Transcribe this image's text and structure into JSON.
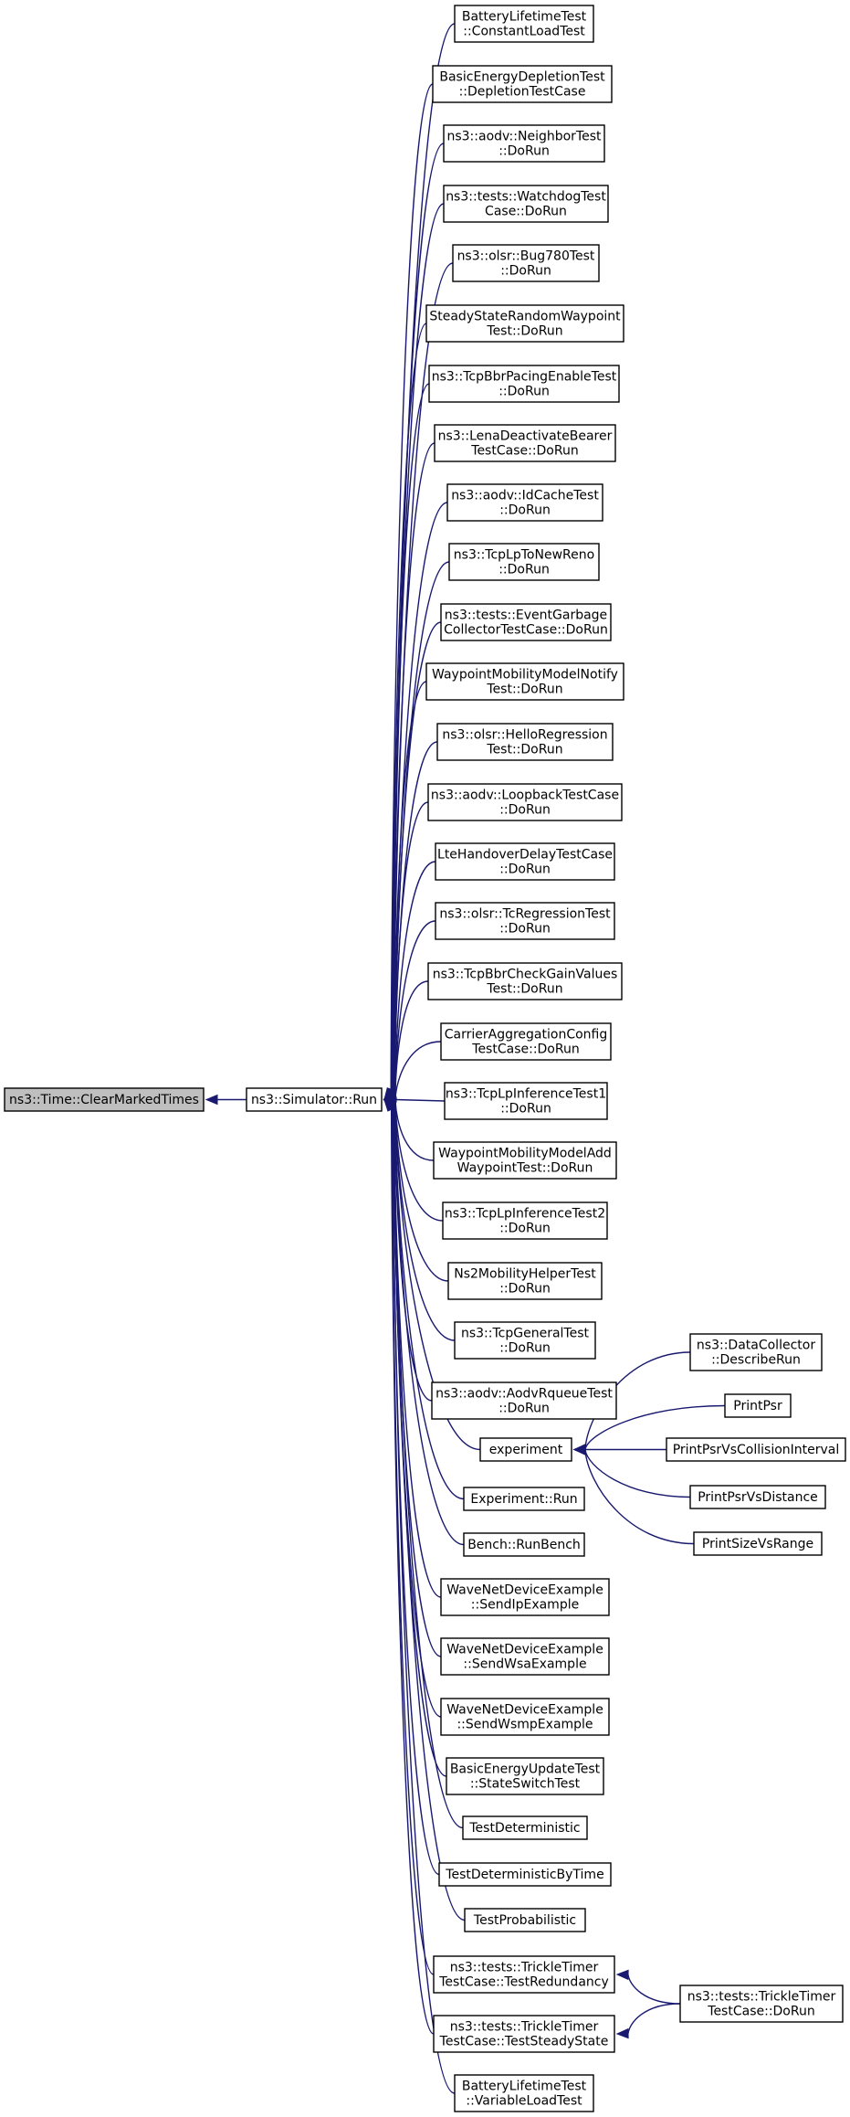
{
  "graph": {
    "kind": "doxygen-caller-graph",
    "colors": {
      "edge": "#191970",
      "node_border": "#000000",
      "node_fill": "#ffffff",
      "root_fill": "#bfbfbf"
    },
    "nodes": [
      {
        "id": "root",
        "lines": [
          "ns3::Time::ClearMarkedTimes"
        ]
      },
      {
        "id": "sim",
        "lines": [
          "ns3::Simulator::Run"
        ]
      },
      {
        "id": "n1",
        "lines": [
          "BatteryLifetimeTest",
          "::ConstantLoadTest"
        ]
      },
      {
        "id": "n2",
        "lines": [
          "BasicEnergyDepletionTest",
          "::DepletionTestCase"
        ]
      },
      {
        "id": "n3",
        "lines": [
          "ns3::aodv::NeighborTest",
          "::DoRun"
        ]
      },
      {
        "id": "n4",
        "lines": [
          "ns3::tests::WatchdogTest",
          "Case::DoRun"
        ]
      },
      {
        "id": "n5",
        "lines": [
          "ns3::olsr::Bug780Test",
          "::DoRun"
        ]
      },
      {
        "id": "n6",
        "lines": [
          "SteadyStateRandomWaypoint",
          "Test::DoRun"
        ]
      },
      {
        "id": "n7",
        "lines": [
          "ns3::TcpBbrPacingEnableTest",
          "::DoRun"
        ]
      },
      {
        "id": "n8",
        "lines": [
          "ns3::LenaDeactivateBearer",
          "TestCase::DoRun"
        ]
      },
      {
        "id": "n9",
        "lines": [
          "ns3::aodv::IdCacheTest",
          "::DoRun"
        ]
      },
      {
        "id": "n10",
        "lines": [
          "ns3::TcpLpToNewReno",
          "::DoRun"
        ]
      },
      {
        "id": "n11",
        "lines": [
          "ns3::tests::EventGarbage",
          "CollectorTestCase::DoRun"
        ]
      },
      {
        "id": "n12",
        "lines": [
          "WaypointMobilityModelNotify",
          "Test::DoRun"
        ]
      },
      {
        "id": "n13",
        "lines": [
          "ns3::olsr::HelloRegression",
          "Test::DoRun"
        ]
      },
      {
        "id": "n14",
        "lines": [
          "ns3::aodv::LoopbackTestCase",
          "::DoRun"
        ]
      },
      {
        "id": "n15",
        "lines": [
          "LteHandoverDelayTestCase",
          "::DoRun"
        ]
      },
      {
        "id": "n16",
        "lines": [
          "ns3::olsr::TcRegressionTest",
          "::DoRun"
        ]
      },
      {
        "id": "n17",
        "lines": [
          "ns3::TcpBbrCheckGainValues",
          "Test::DoRun"
        ]
      },
      {
        "id": "n18",
        "lines": [
          "CarrierAggregationConfig",
          "TestCase::DoRun"
        ]
      },
      {
        "id": "n19",
        "lines": [
          "ns3::TcpLpInferenceTest1",
          "::DoRun"
        ]
      },
      {
        "id": "n20",
        "lines": [
          "WaypointMobilityModelAdd",
          "WaypointTest::DoRun"
        ]
      },
      {
        "id": "n21",
        "lines": [
          "ns3::TcpLpInferenceTest2",
          "::DoRun"
        ]
      },
      {
        "id": "n22",
        "lines": [
          "Ns2MobilityHelperTest",
          "::DoRun"
        ]
      },
      {
        "id": "n23",
        "lines": [
          "ns3::TcpGeneralTest",
          "::DoRun"
        ]
      },
      {
        "id": "n24",
        "lines": [
          "ns3::aodv::AodvRqueueTest",
          "::DoRun"
        ]
      },
      {
        "id": "exp",
        "lines": [
          "experiment"
        ]
      },
      {
        "id": "n26",
        "lines": [
          "Experiment::Run"
        ]
      },
      {
        "id": "n27",
        "lines": [
          "Bench::RunBench"
        ]
      },
      {
        "id": "n28",
        "lines": [
          "WaveNetDeviceExample",
          "::SendIpExample"
        ]
      },
      {
        "id": "n29",
        "lines": [
          "WaveNetDeviceExample",
          "::SendWsaExample"
        ]
      },
      {
        "id": "n30",
        "lines": [
          "WaveNetDeviceExample",
          "::SendWsmpExample"
        ]
      },
      {
        "id": "n31",
        "lines": [
          "BasicEnergyUpdateTest",
          "::StateSwitchTest"
        ]
      },
      {
        "id": "n32",
        "lines": [
          "TestDeterministic"
        ]
      },
      {
        "id": "n33",
        "lines": [
          "TestDeterministicByTime"
        ]
      },
      {
        "id": "n34",
        "lines": [
          "TestProbabilistic"
        ]
      },
      {
        "id": "tr",
        "lines": [
          "ns3::tests::TrickleTimer",
          "TestCase::TestRedundancy"
        ]
      },
      {
        "id": "ts",
        "lines": [
          "ns3::tests::TrickleTimer",
          "TestCase::TestSteadyState"
        ]
      },
      {
        "id": "n37",
        "lines": [
          "BatteryLifetimeTest",
          "::VariableLoadTest"
        ]
      },
      {
        "id": "e1",
        "lines": [
          "ns3::DataCollector",
          "::DescribeRun"
        ]
      },
      {
        "id": "e2",
        "lines": [
          "PrintPsr"
        ]
      },
      {
        "id": "e3",
        "lines": [
          "PrintPsrVsCollisionInterval"
        ]
      },
      {
        "id": "e4",
        "lines": [
          "PrintPsrVsDistance"
        ]
      },
      {
        "id": "e5",
        "lines": [
          "PrintSizeVsRange"
        ]
      },
      {
        "id": "td",
        "lines": [
          "ns3::tests::TrickleTimer",
          "TestCase::DoRun"
        ]
      }
    ],
    "edges": [
      {
        "from": "sim",
        "to": "root"
      },
      {
        "from": "n1",
        "to": "sim"
      },
      {
        "from": "n2",
        "to": "sim"
      },
      {
        "from": "n3",
        "to": "sim"
      },
      {
        "from": "n4",
        "to": "sim"
      },
      {
        "from": "n5",
        "to": "sim"
      },
      {
        "from": "n6",
        "to": "sim"
      },
      {
        "from": "n7",
        "to": "sim"
      },
      {
        "from": "n8",
        "to": "sim"
      },
      {
        "from": "n9",
        "to": "sim"
      },
      {
        "from": "n10",
        "to": "sim"
      },
      {
        "from": "n11",
        "to": "sim"
      },
      {
        "from": "n12",
        "to": "sim"
      },
      {
        "from": "n13",
        "to": "sim"
      },
      {
        "from": "n14",
        "to": "sim"
      },
      {
        "from": "n15",
        "to": "sim"
      },
      {
        "from": "n16",
        "to": "sim"
      },
      {
        "from": "n17",
        "to": "sim"
      },
      {
        "from": "n18",
        "to": "sim"
      },
      {
        "from": "n19",
        "to": "sim"
      },
      {
        "from": "n20",
        "to": "sim"
      },
      {
        "from": "n21",
        "to": "sim"
      },
      {
        "from": "n22",
        "to": "sim"
      },
      {
        "from": "n23",
        "to": "sim"
      },
      {
        "from": "n24",
        "to": "sim"
      },
      {
        "from": "exp",
        "to": "sim"
      },
      {
        "from": "n26",
        "to": "sim"
      },
      {
        "from": "n27",
        "to": "sim"
      },
      {
        "from": "n28",
        "to": "sim"
      },
      {
        "from": "n29",
        "to": "sim"
      },
      {
        "from": "n30",
        "to": "sim"
      },
      {
        "from": "n31",
        "to": "sim"
      },
      {
        "from": "n32",
        "to": "sim"
      },
      {
        "from": "n33",
        "to": "sim"
      },
      {
        "from": "n34",
        "to": "sim"
      },
      {
        "from": "tr",
        "to": "sim"
      },
      {
        "from": "ts",
        "to": "sim"
      },
      {
        "from": "n37",
        "to": "sim"
      },
      {
        "from": "e1",
        "to": "exp"
      },
      {
        "from": "e2",
        "to": "exp"
      },
      {
        "from": "e3",
        "to": "exp"
      },
      {
        "from": "e4",
        "to": "exp"
      },
      {
        "from": "e5",
        "to": "exp"
      },
      {
        "from": "td",
        "to": "tr"
      },
      {
        "from": "td",
        "to": "ts"
      }
    ]
  }
}
